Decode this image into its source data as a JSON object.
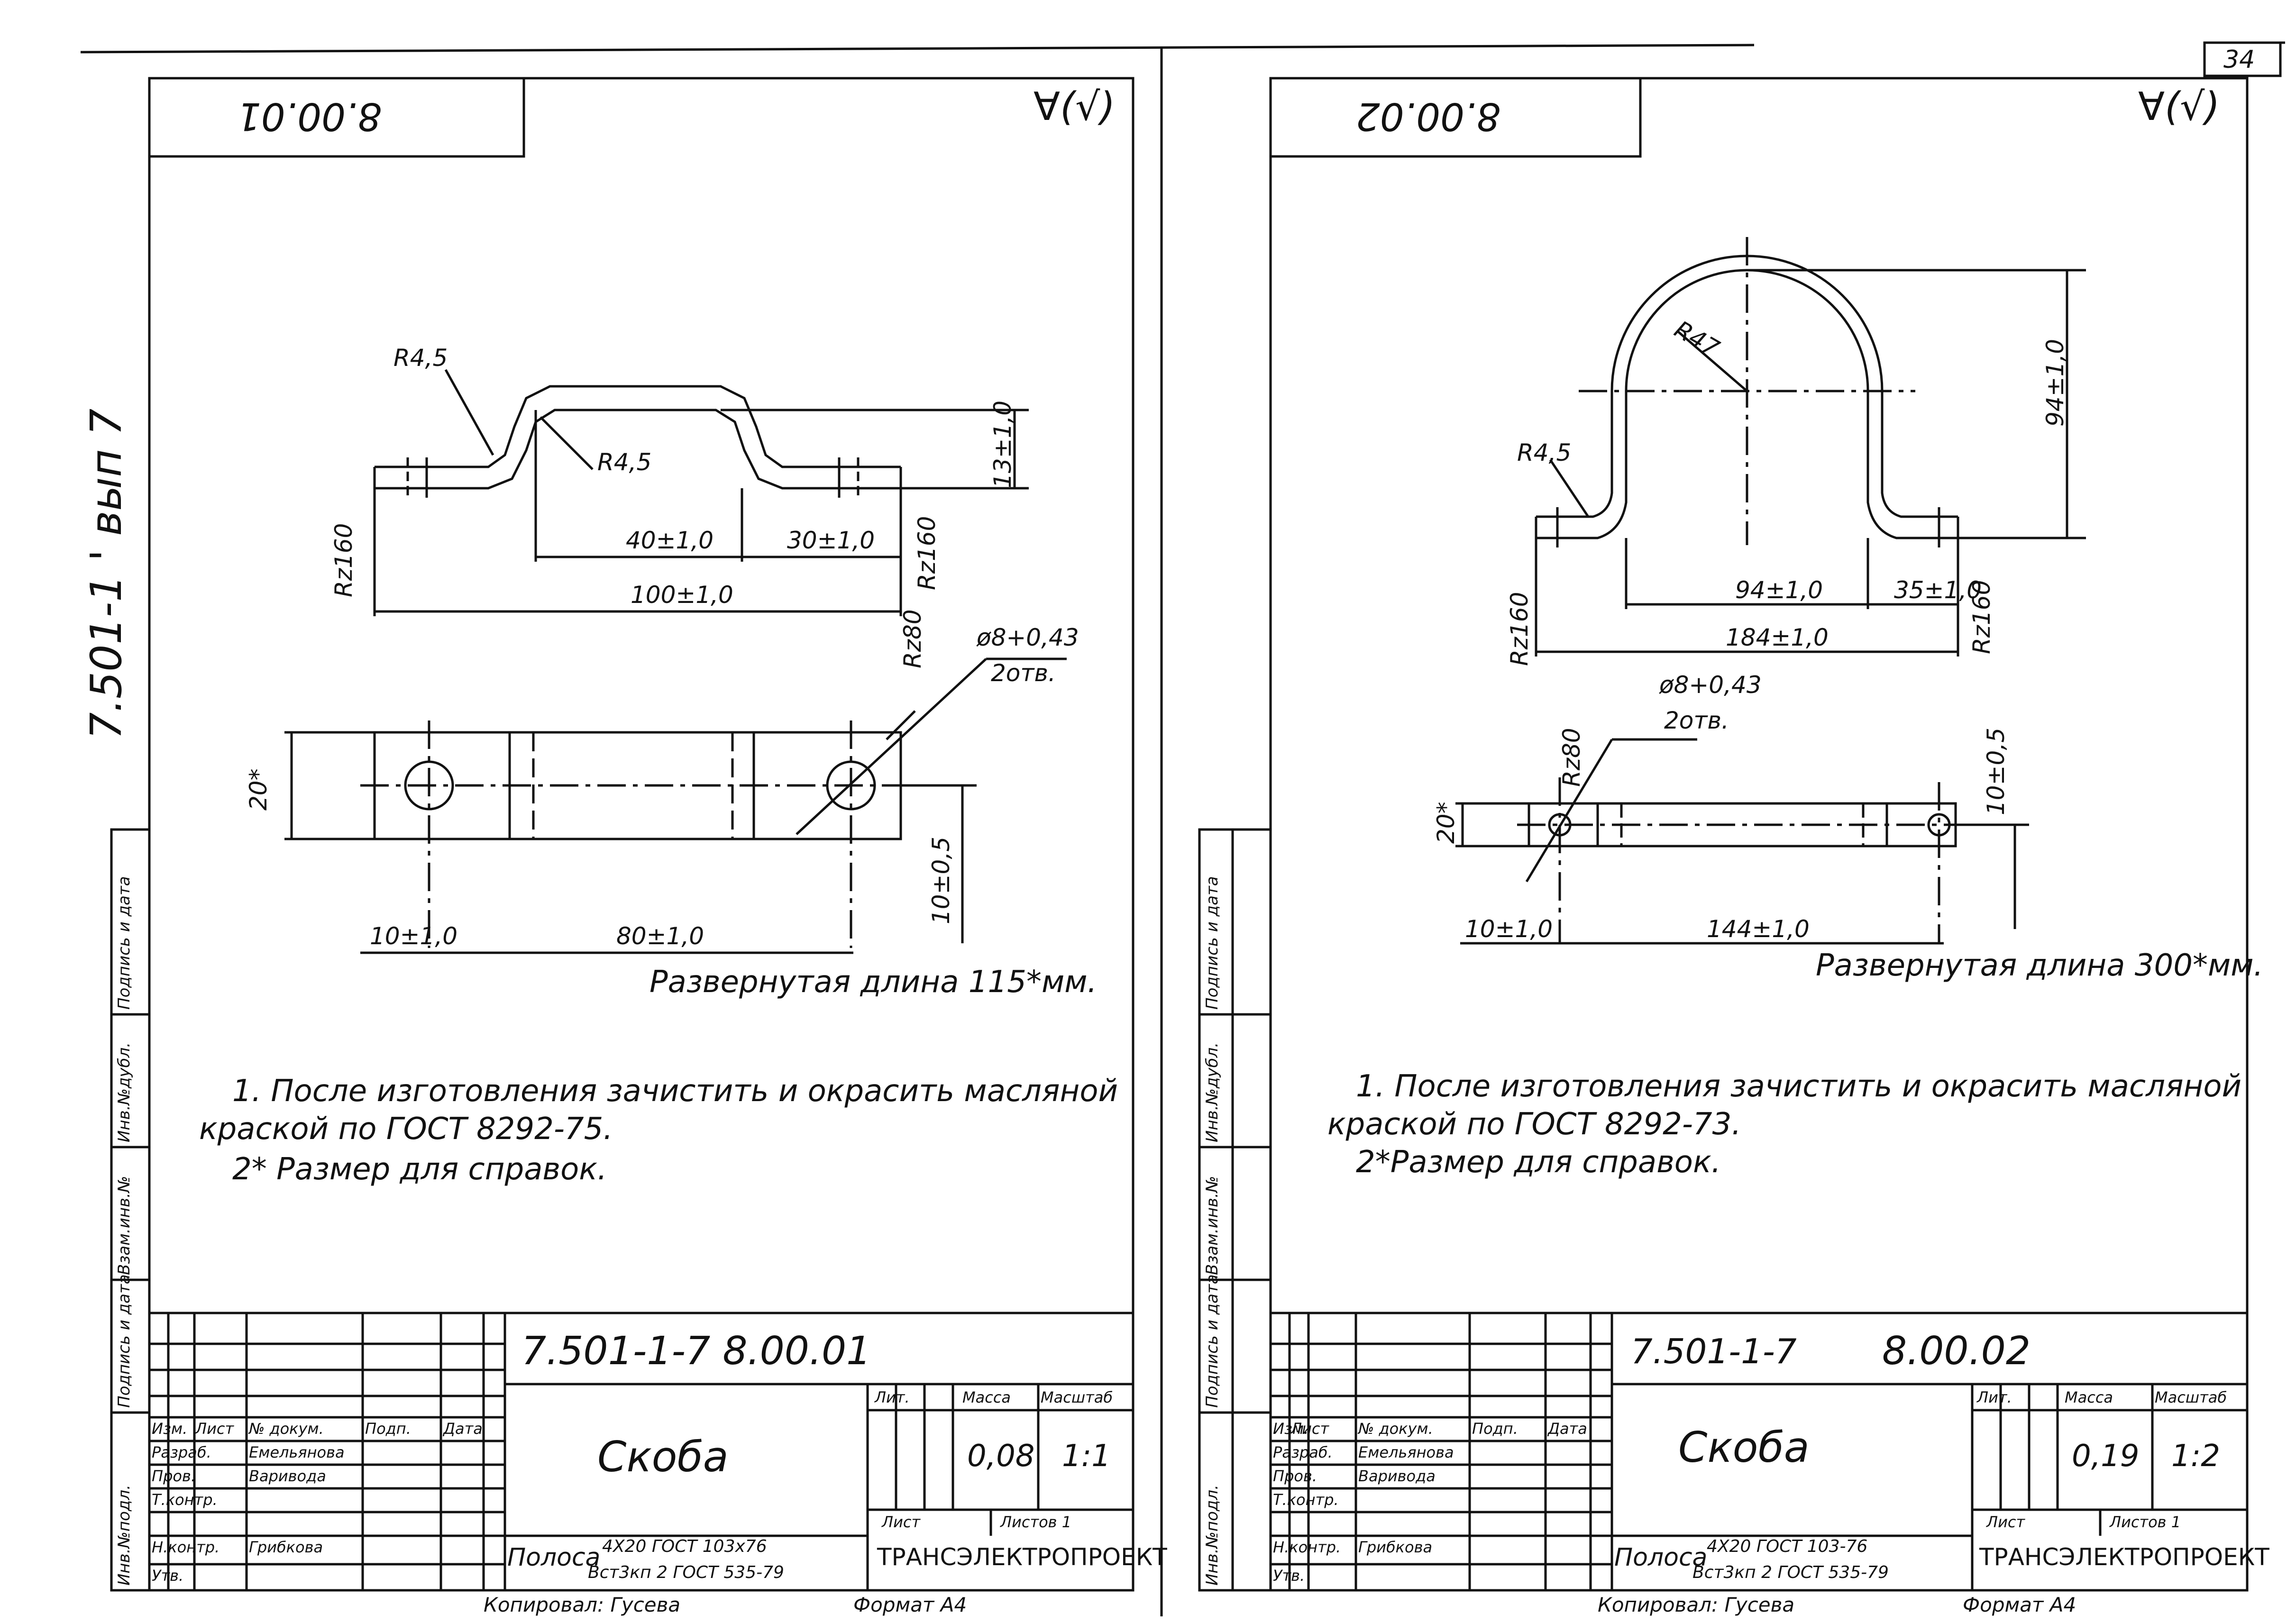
{
  "sheet_number": "34",
  "side_code": "7.501-1 ' вып 7",
  "side_stamp": [
    "Инв.№подл.",
    "Подпись и дата",
    "Взам.инв.№",
    "Инв.№дубл.",
    "Подпись и дата"
  ],
  "left": {
    "header_code": "8.00.01",
    "roughness": "∀(√)",
    "dims": {
      "r1": "R4,5",
      "r2": "R4,5",
      "h": "13±1,0",
      "d40": "40±1,0",
      "d30": "30±1,0",
      "d100": "100±1,0",
      "rz_l": "Rz160",
      "rz_r": "Rz160",
      "d20": "20*",
      "rz80": "Rz80",
      "hole": "ø8+0,43",
      "hole_n": "2отв.",
      "d10": "10±1,0",
      "d80": "80±1,0",
      "d105": "10±0,5"
    },
    "unrolled": "Развернутая длина 115*мм.",
    "note1": "1. После изготовления зачистить и окрасить масляной",
    "note1b": "краской по ГОСТ 8292-75.",
    "note2": "2* Размер для справок.",
    "tb": {
      "code": "7.501-1-7   8.00.01",
      "name": "Скоба",
      "lit": "Лит.",
      "mass_h": "Масса",
      "scale_h": "Масштаб",
      "mass": "0,08",
      "scale": "1:1",
      "sheet": "Лист",
      "sheets": "Листов 1",
      "col": [
        "Изм.",
        "Лист",
        "№ докум.",
        "Подп.",
        "Дата"
      ],
      "rows": [
        "Разраб.",
        "Пров.",
        "Т.контр.",
        "",
        "Н.контр.",
        "Утв."
      ],
      "names": [
        "Емельянова",
        "Варивода",
        "",
        "",
        "Грибкова",
        ""
      ],
      "mat_a": "Полоса",
      "mat_top": "4Х20 ГОСТ 103х76",
      "mat_bot": "Вст3кп 2 ГОСТ 535-79",
      "org": "ТРАНСЭЛЕКТРОПРОЕКТ"
    },
    "copy": "Копировал: Гусева",
    "format": "Формат А4"
  },
  "right": {
    "header_code": "8.00.02",
    "roughness": "∀(√)",
    "dims": {
      "r47": "R47",
      "r45": "R4,5",
      "h94": "94±1,0",
      "d94": "94±1,0",
      "d35": "35±1,0",
      "d184": "184±1,0",
      "rz_l": "Rz160",
      "rz_r": "Rz160",
      "hole": "ø8+0,43",
      "hole_n": "2отв.",
      "rz80": "Rz80",
      "d20": "20*",
      "d105": "10±0,5",
      "d10": "10±1,0",
      "d144": "144±1,0"
    },
    "unrolled": "Развернутая длина 300*мм.",
    "note1": "1. После изготовления зачистить и окрасить масляной",
    "note1b": "краской по ГОСТ 8292-73.",
    "note2": "2*Размер для справок.",
    "tb": {
      "code": "7.501-1-7",
      "code2": "8.00.02",
      "name": "Скоба",
      "lit": "Лит.",
      "mass_h": "Масса",
      "scale_h": "Масштаб",
      "mass": "0,19",
      "scale": "1:2",
      "sheet": "Лист",
      "sheets": "Листов 1",
      "col": [
        "Изм.",
        "Лист",
        "№ докум.",
        "Подп.",
        "Дата"
      ],
      "rows": [
        "Разраб.",
        "Пров.",
        "Т.контр.",
        "",
        "Н.контр.",
        "Утв."
      ],
      "names": [
        "Емельянова",
        "Варивода",
        "",
        "",
        "Грибкова",
        ""
      ],
      "mat_a": "Полоса",
      "mat_top": "4Х20 ГОСТ 103-76",
      "mat_bot": "Вст3кп 2 ГОСТ 535-79",
      "org": "ТРАНСЭЛЕКТРОПРОЕКТ"
    },
    "copy": "Копировал: Гусева",
    "format": "Формат А4"
  }
}
